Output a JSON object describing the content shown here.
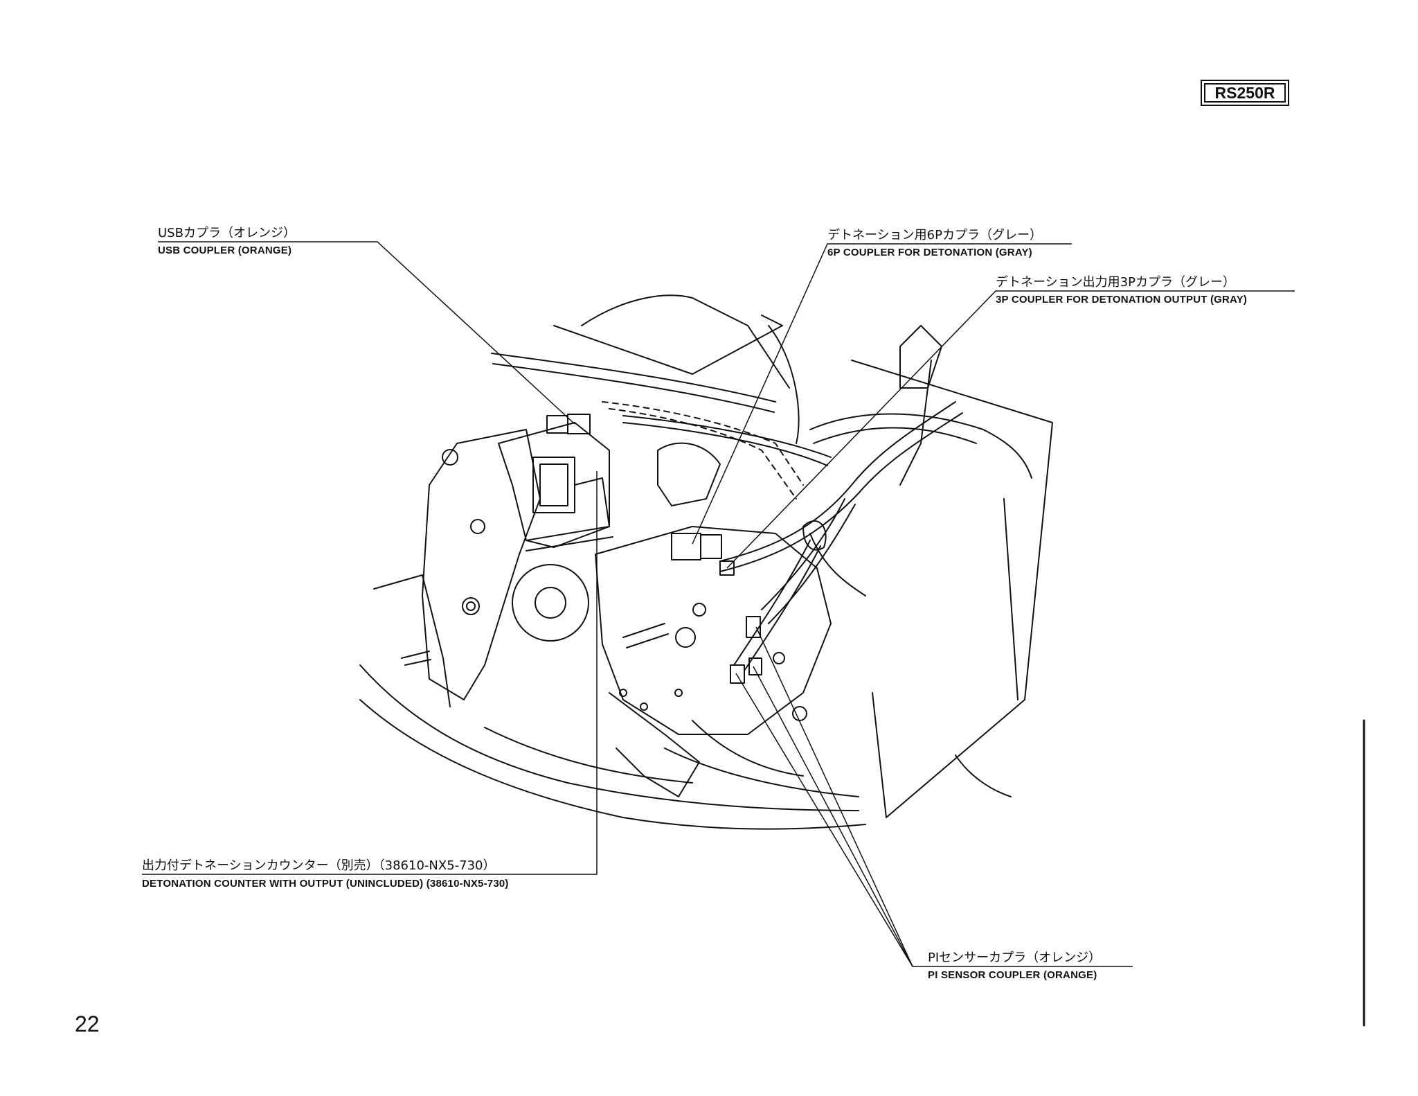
{
  "model_badge": "RS250R",
  "labels": {
    "usb_coupler": {
      "jp": "USBカプラ（オレンジ）",
      "en": "USB COUPLER (ORANGE)"
    },
    "detonation_6p_coupler": {
      "jp": "デトネーション用6Pカプラ（グレー）",
      "en": "6P COUPLER FOR DETONATION (GRAY)"
    },
    "detonation_output_3p_coupler": {
      "jp": "デトネーション出力用3Pカプラ（グレー）",
      "en": "3P COUPLER FOR DETONATION OUTPUT (GRAY)"
    },
    "detonation_counter": {
      "jp": "出力付デトネーションカウンター（別売）（38610-NX5-730）",
      "en": "DETONATION COUNTER WITH OUTPUT (UNINCLUDED) (38610-NX5-730)"
    },
    "pi_sensor_coupler": {
      "jp": "PIセンサーカプラ（オレンジ）",
      "en": "PI SENSOR COUPLER (ORANGE)"
    }
  },
  "page_number": "22",
  "colors": {
    "ink": "#111111",
    "paper": "#ffffff"
  }
}
